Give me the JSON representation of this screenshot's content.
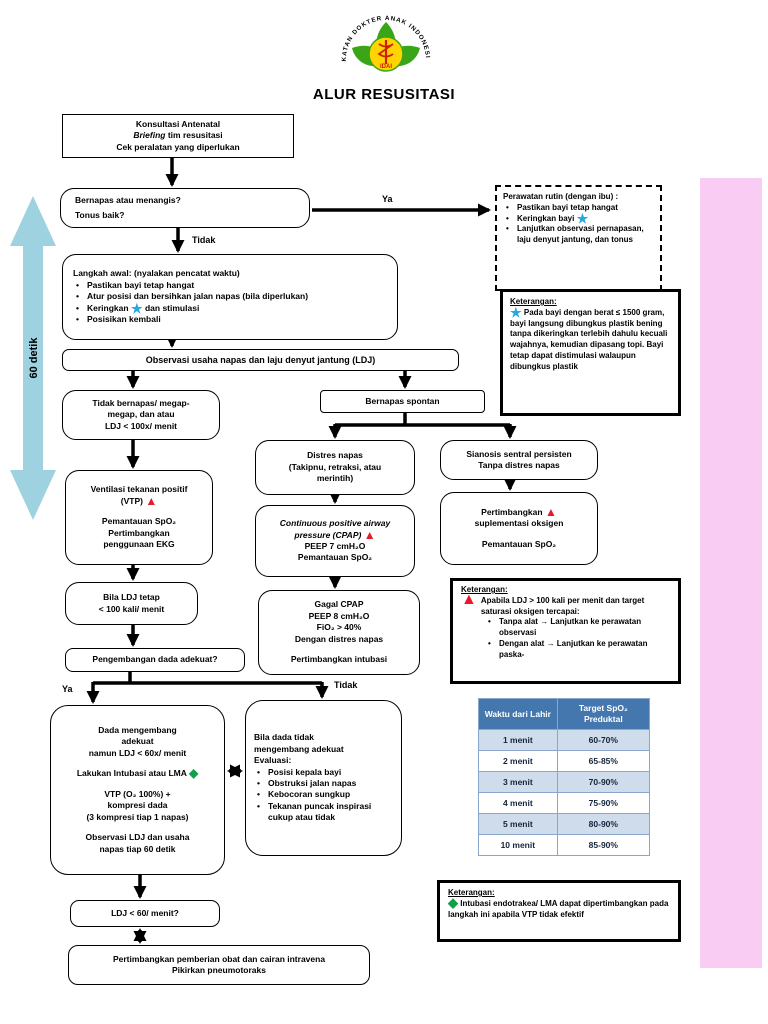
{
  "header": {
    "title": "ALUR RESUSITASI",
    "logo_arc_text": "IKATAN DOKTER ANAK INDONESIA",
    "logo_label": "IDAI"
  },
  "timeline": {
    "label": "60 detik"
  },
  "labels": {
    "ya_top": "Ya",
    "tidak_top": "Tidak",
    "ya_bottom": "Ya",
    "tidak_bottom": "Tidak"
  },
  "boxes": {
    "konsultasi": {
      "line1": "Konsultasi Antenatal",
      "line2_italic": "Briefing",
      "line2_rest": " tim resusitasi",
      "line3": "Cek peralatan yang diperlukan"
    },
    "bernapas": {
      "line1": "Bernapas atau menangis?",
      "line2": "Tonus baik?"
    },
    "perawatan_rutin": {
      "title": "Perawatan rutin (dengan ibu) :",
      "item1": "Pastikan bayi tetap hangat",
      "item2": "Keringkan bayi",
      "item3": "Lanjutkan observasi pernapasan, laju denyut jantung, dan tonus"
    },
    "langkah_awal": {
      "title_bold": "Langkah awal:",
      "title_rest": " (nyalakan pencatat waktu)",
      "item1": "Pastikan bayi tetap hangat",
      "item2": "Atur posisi dan bersihkan jalan napas (bila diperlukan)",
      "item3_pre": "Keringkan",
      "item3_post": "dan stimulasi",
      "item4": "Posisikan kembali"
    },
    "keterangan_star": {
      "heading": "Keterangan:",
      "text": "Pada bayi dengan berat ≤ 1500 gram, bayi langsung dibungkus plastik bening tanpa dikeringkan terlebih dahulu kecuali wajahnya, kemudian dipasang topi. Bayi tetap dapat distimulasi walaupun dibungkus plastik"
    },
    "observasi": {
      "text": "Observasi usaha napas dan laju denyut jantung (LDJ)"
    },
    "tidak_bernapas": {
      "line1": "Tidak bernapas/ megap-",
      "line2": "megap, dan atau",
      "line3": "LDJ < 100x/ menit"
    },
    "bernapas_spontan": {
      "text": "Bernapas spontan"
    },
    "distres_napas": {
      "line1": "Distres napas",
      "line2": "(Takipnu, retraksi, atau",
      "line3": "merintih)"
    },
    "sianosis": {
      "line1": "Sianosis sentral persisten",
      "line2": "Tanpa distres napas"
    },
    "vtp": {
      "line1": "Ventilasi tekanan positif",
      "line2": "(VTP)",
      "line3": "Pemantauan SpO₂",
      "line4": "Pertimbangkan",
      "line5": "penggunaan EKG"
    },
    "bila_ldj": {
      "line1": "Bila LDJ tetap",
      "line2": "< 100 kali/ menit"
    },
    "cpap": {
      "line1_italic": "Continuous positive airway",
      "line2_italic": "pressure (CPAP)",
      "line3": "PEEP 7 cmH₂O",
      "line4": "Pemantauan SpO₂"
    },
    "gagal_cpap": {
      "line1": "Gagal CPAP",
      "line2": "PEEP 8 cmH₂O",
      "line3": "FiO₂ > 40%",
      "line4": "Dengan distres napas",
      "line5": "Pertimbangkan intubasi"
    },
    "suplementasi": {
      "line1": "Pertimbangkan",
      "line2": "suplementasi oksigen",
      "line3": "Pemantauan SpO₂"
    },
    "keterangan_triangle": {
      "heading": "Keterangan:",
      "intro1": "Apabila LDJ > 100 kali per menit dan",
      "intro2": "target saturasi oksigen tercapai:",
      "item1": "Tanpa alat → Lanjutkan ke perawatan observasi",
      "item2": "Dengan alat → Lanjutkan ke perawatan paska-"
    },
    "pengembangan": {
      "text": "Pengembangan dada adekuat?"
    },
    "dada_mengembang": {
      "line1": "Dada mengembang",
      "line2": "adekuat",
      "line3": "namun LDJ < 60x/ menit",
      "line4": "Lakukan Intubasi atau LMA",
      "line5": "VTP (O₂ 100%) +",
      "line6": "kompresi dada",
      "line7": "(3 kompresi tiap 1 napas)",
      "line8": "Observasi LDJ dan usaha",
      "line9": "napas tiap 60 detik"
    },
    "dada_tidak": {
      "title1": "Bila dada tidak",
      "title2": "mengembang adekuat",
      "title3": "Evaluasi:",
      "item1": "Posisi kepala bayi",
      "item2": "Obstruksi jalan napas",
      "item3": "Kebocoran sungkup",
      "item4": "Tekanan puncak inspirasi cukup atau tidak"
    },
    "ldj60": {
      "text": "LDJ < 60/ menit?"
    },
    "obat": {
      "line1": "Pertimbangkan pemberian obat dan cairan intravena",
      "line2": "Pikirkan pneumotoraks"
    },
    "keterangan_diamond": {
      "heading": "Keterangan:",
      "text": "Intubasi endotrakea/ LMA dapat dipertimbangkan pada langkah ini apabila VTP tidak efektif"
    }
  },
  "spo2_table": {
    "header_col1": "Waktu dari Lahir",
    "header_col2": "Target SpO₂ Preduktal",
    "rows": [
      [
        "1 menit",
        "60-70%"
      ],
      [
        "2 menit",
        "65-85%"
      ],
      [
        "3 menit",
        "70-90%"
      ],
      [
        "4 menit",
        "75-90%"
      ],
      [
        "5 menit",
        "80-90%"
      ],
      [
        "10 menit",
        "85-90%"
      ]
    ]
  },
  "colors": {
    "accent_star": "#2aa8e0",
    "alert_triangle": "#e8192c",
    "diamond_green": "#12a14b",
    "pink_bar": "#f9cdf3",
    "timeline_blue": "#9fd2e0",
    "table_header": "#4577af"
  }
}
